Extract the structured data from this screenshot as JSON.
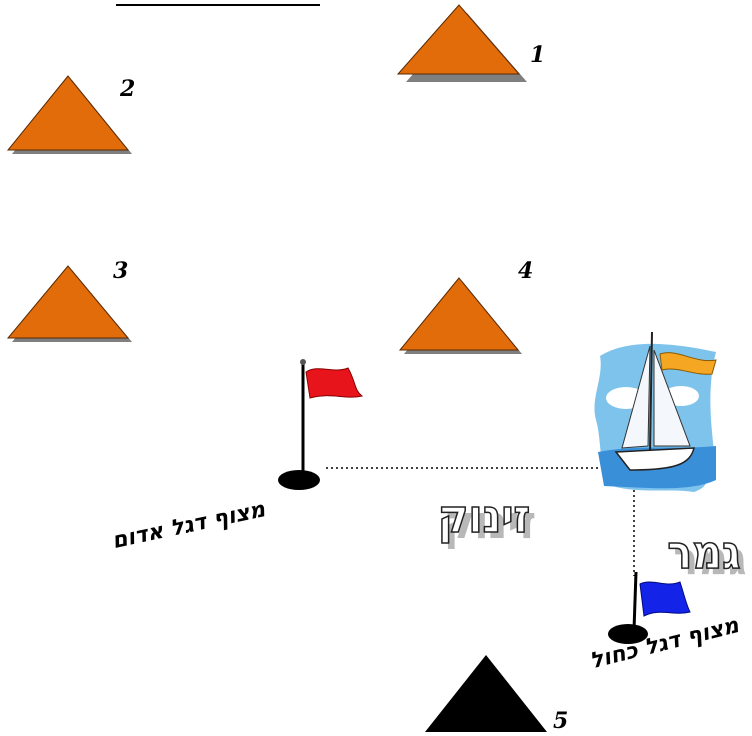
{
  "buoys": [
    {
      "label": "1"
    },
    {
      "label": "2"
    },
    {
      "label": "3"
    },
    {
      "label": "4"
    },
    {
      "label": "5"
    }
  ],
  "flags": {
    "red": {
      "label": "מצוף דגל אדום",
      "color": "#e8141b"
    },
    "blue": {
      "label": "מצוף דגל כחול",
      "color": "#1324e8"
    }
  },
  "start_label": "זינוק",
  "finish_label": "גמר",
  "colors": {
    "buoy_fill": "#e36c0a",
    "last_buoy_fill": "#000000",
    "shadow": "#7f7f7f"
  }
}
